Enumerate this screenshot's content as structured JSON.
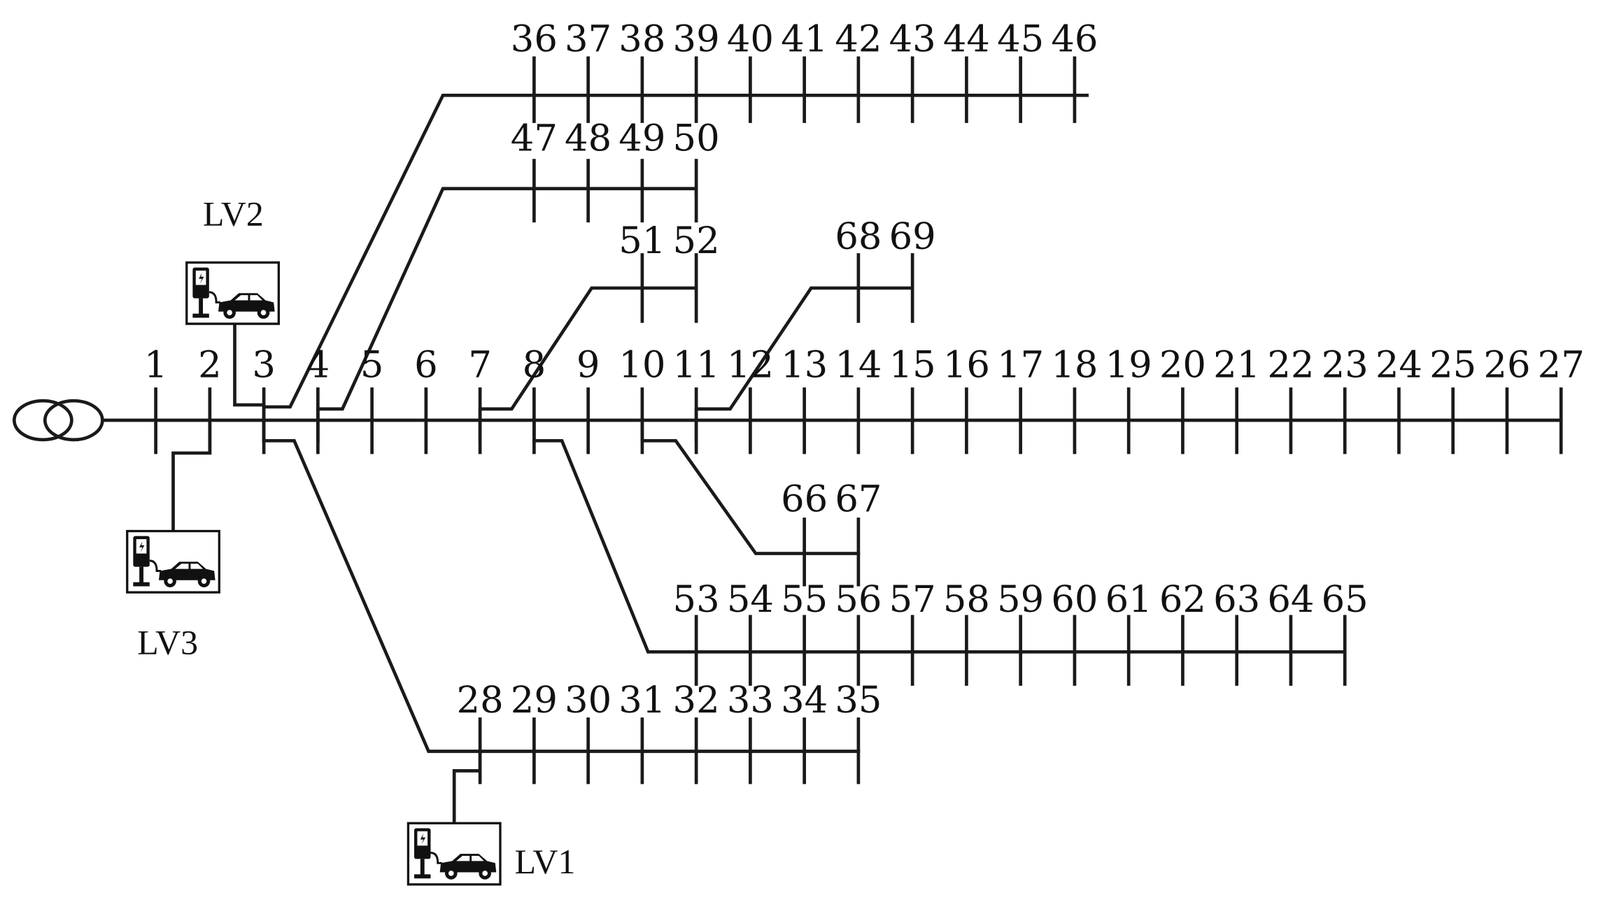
{
  "buses": {
    "main": [
      "1",
      "2",
      "3",
      "4",
      "5",
      "6",
      "7",
      "8",
      "9",
      "10",
      "11",
      "12",
      "13",
      "14",
      "15",
      "16",
      "17",
      "18",
      "19",
      "20",
      "21",
      "22",
      "23",
      "24",
      "25",
      "26",
      "27"
    ],
    "feeder_36_46": [
      "36",
      "37",
      "38",
      "39",
      "40",
      "41",
      "42",
      "43",
      "44",
      "45",
      "46"
    ],
    "feeder_47_50": [
      "47",
      "48",
      "49",
      "50"
    ],
    "feeder_51_52": [
      "51",
      "52"
    ],
    "feeder_68_69": [
      "68",
      "69"
    ],
    "feeder_66_67": [
      "66",
      "67"
    ],
    "feeder_53_65": [
      "53",
      "54",
      "55",
      "56",
      "57",
      "58",
      "59",
      "60",
      "61",
      "62",
      "63",
      "64",
      "65"
    ],
    "feeder_28_35": [
      "28",
      "29",
      "30",
      "31",
      "32",
      "33",
      "34",
      "35"
    ]
  },
  "ev_chargers": [
    {
      "label": "LV2",
      "icon": "ev-charger-icon"
    },
    {
      "label": "LV3",
      "icon": "ev-charger-icon"
    },
    {
      "label": "LV1",
      "icon": "ev-charger-icon"
    }
  ],
  "icons": {
    "source": "transformer-icon",
    "charger": "ev-charger-icon"
  }
}
